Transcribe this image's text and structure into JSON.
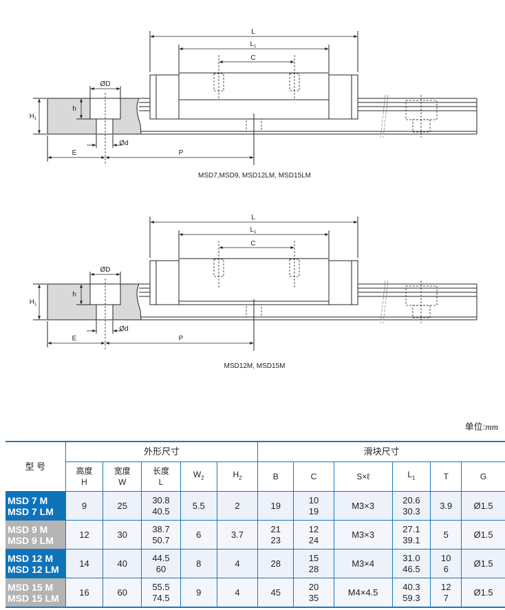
{
  "diagrams": [
    {
      "caption": "MSD7,MSD9, MSD12LM, MSD15LM"
    },
    {
      "caption": "MSD12M, MSD15M"
    }
  ],
  "dim_labels": {
    "L": "L",
    "L1": "L",
    "L1_sub": "1",
    "C": "C",
    "D": "ØD",
    "h": "h",
    "H1": "H",
    "H1_sub": "1",
    "d": "Ød",
    "E": "E",
    "P": "P"
  },
  "unit": {
    "label": "单位:",
    "value": "mm"
  },
  "table": {
    "model_header": "型 号",
    "group1": "外形尺寸",
    "group2": "滑块尺寸",
    "cols": [
      {
        "l1": "高度",
        "l2": "H"
      },
      {
        "l1": "宽度",
        "l2": "W"
      },
      {
        "l1": "长度",
        "l2": "L"
      },
      {
        "l1": "W",
        "sub": "2"
      },
      {
        "l1": "H",
        "sub": "2"
      },
      {
        "l1": "B"
      },
      {
        "l1": "C"
      },
      {
        "l1": "S×ℓ"
      },
      {
        "l1": "L",
        "sub": "1"
      },
      {
        "l1": "T"
      },
      {
        "l1": "G"
      }
    ],
    "rows": [
      {
        "model": [
          "MSD 7 M",
          "MSD 7 LM"
        ],
        "H": "9",
        "W": "25",
        "L": [
          "30.8",
          "40.5"
        ],
        "W2": "5.5",
        "H2": "2",
        "B": [
          "19",
          ""
        ],
        "C": [
          "10",
          "19"
        ],
        "S": "M3×3",
        "L1": [
          "20.6",
          "30.3"
        ],
        "T": [
          "3.9",
          ""
        ],
        "G": "Ø1.5"
      },
      {
        "model": [
          "MSD 9 M",
          "MSD 9 LM"
        ],
        "H": "12",
        "W": "30",
        "L": [
          "38.7",
          "50.7"
        ],
        "W2": "6",
        "H2": "3.7",
        "B": [
          "21",
          "23"
        ],
        "C": [
          "12",
          "24"
        ],
        "S": "M3×3",
        "L1": [
          "27.1",
          "39.1"
        ],
        "T": [
          "5",
          ""
        ],
        "G": "Ø1.5"
      },
      {
        "model": [
          "MSD 12 M",
          "MSD 12 LM"
        ],
        "H": "14",
        "W": "40",
        "L": [
          "44.5",
          "60"
        ],
        "W2": "8",
        "H2": "4",
        "B": [
          "28",
          ""
        ],
        "C": [
          "15",
          "28"
        ],
        "S": "M3×4",
        "L1": [
          "31.0",
          "46.5"
        ],
        "T": [
          "10",
          "6"
        ],
        "G": "Ø1.5"
      },
      {
        "model": [
          "MSD 15 M",
          "MSD 15 LM"
        ],
        "H": "16",
        "W": "60",
        "L": [
          "55.5",
          "74.5"
        ],
        "W2": "9",
        "H2": "4",
        "B": [
          "45",
          ""
        ],
        "C": [
          "20",
          "35"
        ],
        "S": "M4×4.5",
        "L1": [
          "40.3",
          "59.3"
        ],
        "T": [
          "12",
          "7"
        ],
        "G": "Ø1.5"
      }
    ]
  },
  "colors": {
    "blue": "#0e73b9",
    "grey": "#b4b4b4",
    "line": "#1a75bc"
  }
}
